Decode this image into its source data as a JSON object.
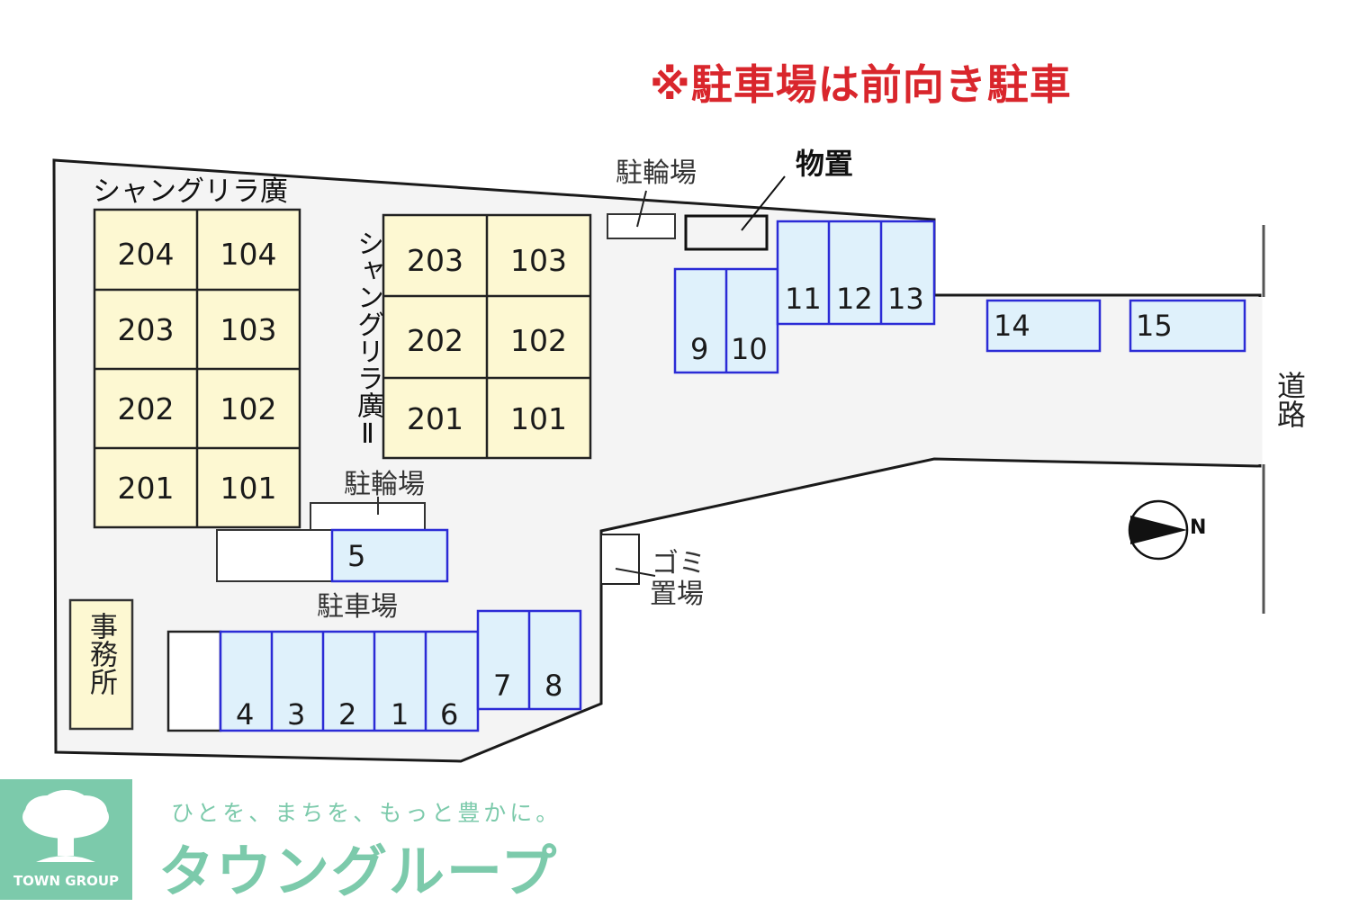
{
  "notice": "※駐車場は前向き駐車",
  "colors": {
    "notice": "#d9262c",
    "building_fill": "#fdf8d2",
    "parking_fill": "#dff1fb",
    "parking_border": "#2b2bd6",
    "ground": "#f4f4f4",
    "brand": "#7ccaab"
  },
  "buildings": [
    {
      "name": "シャングリラ廣",
      "units": [
        [
          "204",
          "104"
        ],
        [
          "203",
          "103"
        ],
        [
          "202",
          "102"
        ],
        [
          "201",
          "101"
        ]
      ]
    },
    {
      "name": "シャングリラ廣Ⅱ",
      "units": [
        [
          "203",
          "103"
        ],
        [
          "202",
          "102"
        ],
        [
          "201",
          "101"
        ]
      ]
    }
  ],
  "labels": {
    "bicycle_parking_top": "駐輪場",
    "storage": "物置",
    "bicycle_parking_mid": "駐輪場",
    "parking": "駐車場",
    "office": "事務所",
    "garbage_1": "ゴミ",
    "garbage_2": "置場",
    "road": "道路",
    "north": "N"
  },
  "parking_spaces": {
    "s1": "1",
    "s2": "2",
    "s3": "3",
    "s4": "4",
    "s5": "5",
    "s6": "6",
    "s7": "7",
    "s8": "8",
    "s9": "9",
    "s10": "10",
    "s11": "11",
    "s12": "12",
    "s13": "13",
    "s14": "14",
    "s15": "15"
  },
  "footer": {
    "logo_text": "TOWN GROUP",
    "slogan": "ひとを、まちを、もっと豊かに。",
    "brand": "タウングループ"
  }
}
